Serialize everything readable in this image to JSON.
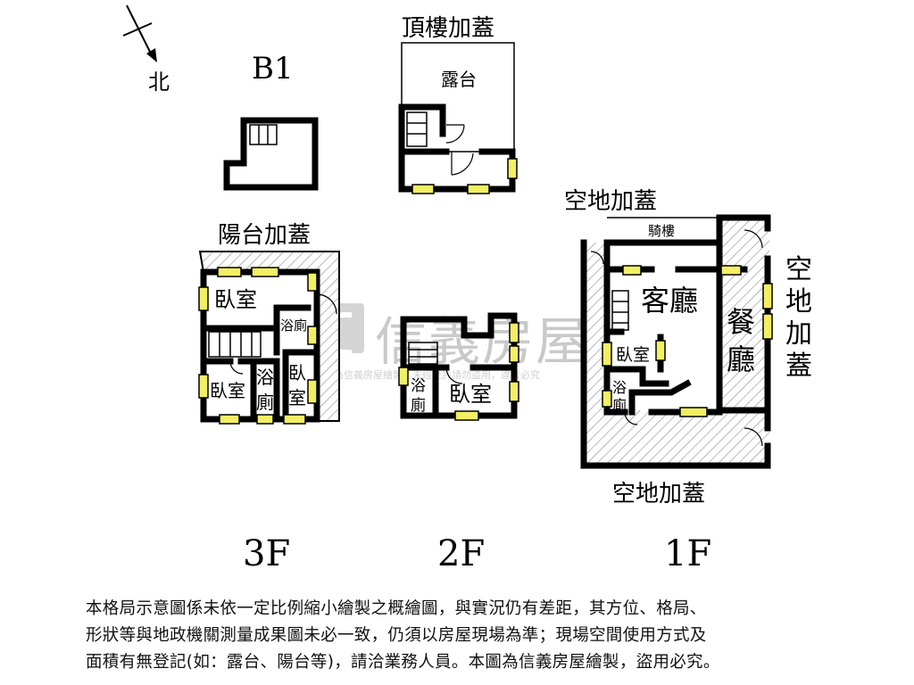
{
  "compass": {
    "label": "北"
  },
  "floors": {
    "b1": {
      "label": "B1"
    },
    "roof": {
      "label": "頂樓加蓋",
      "rooms": {
        "terrace": "露台"
      }
    },
    "f3": {
      "label": "3F",
      "addition": "陽台加蓋",
      "rooms": {
        "bedroom_top": "臥室",
        "bath": "浴廁",
        "bedroom_left": "臥室",
        "bath2_a": "浴",
        "bath2_b": "廁",
        "bedroom_right_a": "臥",
        "bedroom_right_b": "室"
      }
    },
    "f2": {
      "label": "2F",
      "rooms": {
        "bath_a": "浴",
        "bath_b": "廁",
        "bedroom": "臥室"
      }
    },
    "f1": {
      "label": "1F",
      "additions": {
        "top": "空地加蓋",
        "right_1": "空",
        "right_2": "地",
        "right_3": "加",
        "right_4": "蓋",
        "bottom": "空地加蓋"
      },
      "rooms": {
        "arcade": "騎樓",
        "living": "客廳",
        "dining_a": "餐",
        "dining_b": "廳",
        "bedroom": "臥室",
        "bath_a": "浴",
        "bath_b": "廁"
      }
    }
  },
  "watermark": {
    "brand": "信義房屋",
    "notice": "本圖為信義房屋繪製，未經允許請勿盜用，違者必究"
  },
  "disclaimer": [
    "本格局示意圖係未依一定比例縮小繪製之概繪圖，與實況仍有差距，其方位、格局、",
    "形狀等與地政機關測量成果圖未必一致，仍須以房屋現場為準；現場空間使用方式及",
    "面積有無登記(如：露台、陽台等)，請洽業務人員。本圖為信義房屋繪製，盜用必究。"
  ],
  "colors": {
    "window": "#f3ef63",
    "wall": "#000000",
    "hatch": "#8c8c8c"
  }
}
